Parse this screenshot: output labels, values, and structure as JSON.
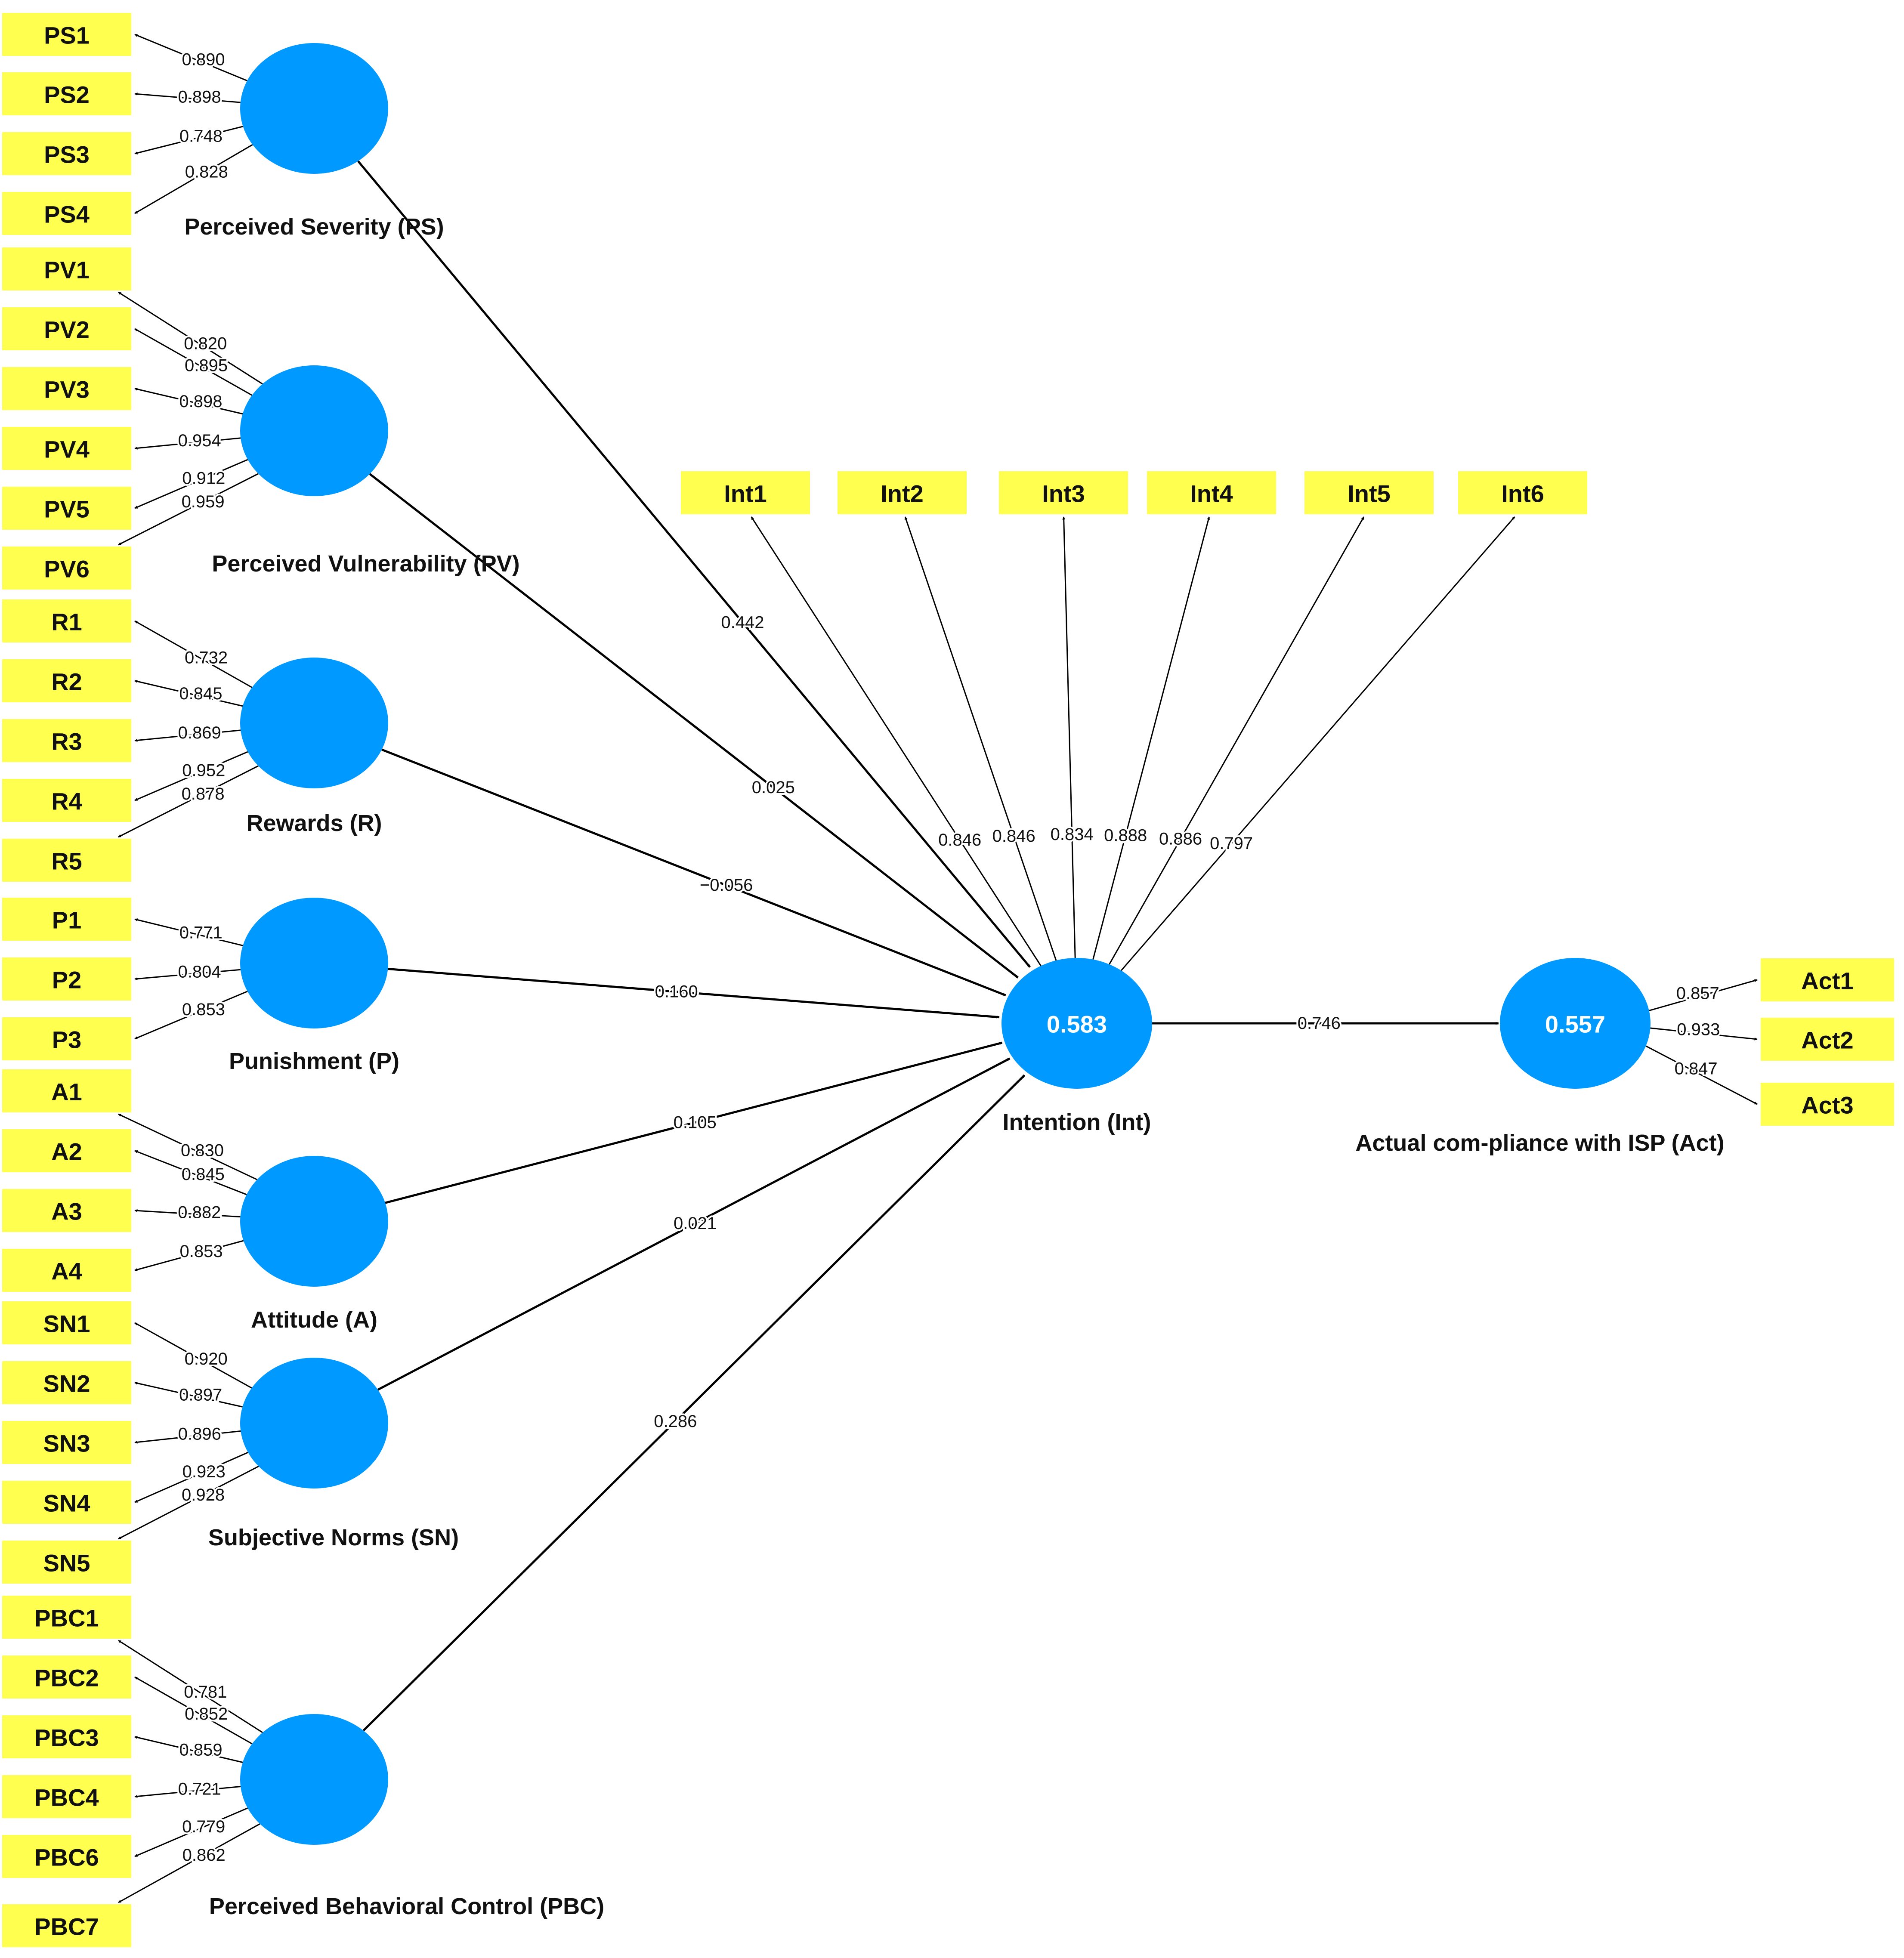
{
  "colors": {
    "indicator_fill": "#FFFF50",
    "latent_fill": "#0099FF",
    "line": "#000000",
    "text": "#111111",
    "r2_text": "#FFFFFF",
    "background": "#FFFFFF"
  },
  "constructs": {
    "ps": {
      "label": "Perceived Severity (PS)"
    },
    "pv": {
      "label": "Perceived Vulnerability (PV)"
    },
    "r": {
      "label": "Rewards (R)"
    },
    "p": {
      "label": "Punishment (P)"
    },
    "a": {
      "label": "Attitude (A)"
    },
    "sn": {
      "label": "Subjective Norms (SN)"
    },
    "pbc": {
      "label": "Perceived Behavioral Control (PBC)"
    },
    "int": {
      "label": "Intention (Int)",
      "r2": "0.583"
    },
    "act": {
      "label": "Actual com-pliance with ISP (Act)",
      "r2": "0.557"
    }
  },
  "indicators": {
    "ps": [
      {
        "name": "PS1",
        "loading": "0.890"
      },
      {
        "name": "PS2",
        "loading": "0.898"
      },
      {
        "name": "PS3",
        "loading": "0.748"
      },
      {
        "name": "PS4",
        "loading": "0.828"
      }
    ],
    "pv": [
      {
        "name": "PV1",
        "loading": "0.820"
      },
      {
        "name": "PV2",
        "loading": "0.895"
      },
      {
        "name": "PV3",
        "loading": "0.898"
      },
      {
        "name": "PV4",
        "loading": "0.954"
      },
      {
        "name": "PV5",
        "loading": "0.912"
      },
      {
        "name": "PV6",
        "loading": "0.959"
      }
    ],
    "r": [
      {
        "name": "R1",
        "loading": "0.732"
      },
      {
        "name": "R2",
        "loading": "0.845"
      },
      {
        "name": "R3",
        "loading": "0.869"
      },
      {
        "name": "R4",
        "loading": "0.952"
      },
      {
        "name": "R5",
        "loading": "0.878"
      }
    ],
    "p": [
      {
        "name": "P1",
        "loading": "0.771"
      },
      {
        "name": "P2",
        "loading": "0.804"
      },
      {
        "name": "P3",
        "loading": "0.853"
      }
    ],
    "a": [
      {
        "name": "A1",
        "loading": "0.830"
      },
      {
        "name": "A2",
        "loading": "0.845"
      },
      {
        "name": "A3",
        "loading": "0.882"
      },
      {
        "name": "A4",
        "loading": "0.853"
      }
    ],
    "sn": [
      {
        "name": "SN1",
        "loading": "0.920"
      },
      {
        "name": "SN2",
        "loading": "0.897"
      },
      {
        "name": "SN3",
        "loading": "0.896"
      },
      {
        "name": "SN4",
        "loading": "0.923"
      },
      {
        "name": "SN5",
        "loading": "0.928"
      }
    ],
    "pbc": [
      {
        "name": "PBC1",
        "loading": "0.781"
      },
      {
        "name": "PBC2",
        "loading": "0.852"
      },
      {
        "name": "PBC3",
        "loading": "0.859"
      },
      {
        "name": "PBC4",
        "loading": "0.721"
      },
      {
        "name": "PBC6",
        "loading": "0.779"
      },
      {
        "name": "PBC7",
        "loading": "0.862"
      }
    ],
    "int": [
      {
        "name": "Int1",
        "loading": "0.846"
      },
      {
        "name": "Int2",
        "loading": "0.846"
      },
      {
        "name": "Int3",
        "loading": "0.834"
      },
      {
        "name": "Int4",
        "loading": "0.888"
      },
      {
        "name": "Int5",
        "loading": "0.886"
      },
      {
        "name": "Int6",
        "loading": "0.797"
      }
    ],
    "act": [
      {
        "name": "Act1",
        "loading": "0.857"
      },
      {
        "name": "Act2",
        "loading": "0.933"
      },
      {
        "name": "Act3",
        "loading": "0.847"
      }
    ]
  },
  "paths": {
    "ps_int": "0.442",
    "pv_int": "0.025",
    "r_int": "−0.056",
    "p_int": "0.160",
    "a_int": "0.105",
    "sn_int": "0.021",
    "pbc_int": "0.286",
    "int_act": "0.746"
  }
}
